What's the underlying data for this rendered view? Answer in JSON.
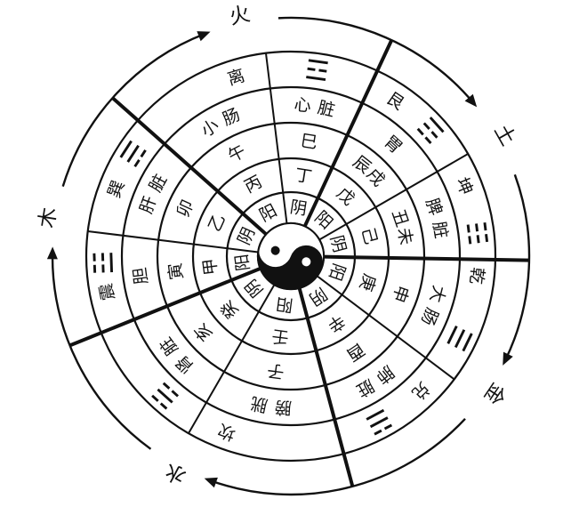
{
  "colors": {
    "ink": "#111111",
    "paper": "#ffffff"
  },
  "cycle_order": [
    "火",
    "土",
    "金",
    "水",
    "木"
  ],
  "elements": [
    {
      "name": "火",
      "halves": [
        {
          "yinyang": "阳",
          "stem": "丙",
          "branch": "午",
          "organ": "小肠"
        },
        {
          "yinyang": "阴",
          "stem": "丁",
          "branch": "巳",
          "organ": "心脏"
        }
      ],
      "trigrams": [
        {
          "name": "离",
          "symbol": "☲"
        }
      ]
    },
    {
      "name": "土",
      "halves": [
        {
          "yinyang": "阳",
          "stem": "戊",
          "branch": "辰戌",
          "organ": "胃"
        },
        {
          "yinyang": "阴",
          "stem": "己",
          "branch": "丑未",
          "organ": "脾脏"
        }
      ],
      "trigrams": [
        {
          "name": "艮",
          "symbol": "☶"
        },
        {
          "name": "坤",
          "symbol": "☷"
        }
      ]
    },
    {
      "name": "金",
      "halves": [
        {
          "yinyang": "阳",
          "stem": "庚",
          "branch": "申",
          "organ": "大肠"
        },
        {
          "yinyang": "阴",
          "stem": "辛",
          "branch": "酉",
          "organ": "肺脏"
        }
      ],
      "trigrams": [
        {
          "name": "乾",
          "symbol": "☰"
        },
        {
          "name": "兑",
          "symbol": "☱"
        }
      ]
    },
    {
      "name": "水",
      "halves": [
        {
          "yinyang": "阳",
          "stem": "壬",
          "branch": "子",
          "organ": "膀胱"
        },
        {
          "yinyang": "阴",
          "stem": "癸",
          "branch": "亥",
          "organ": "肾脏"
        }
      ],
      "trigrams": [
        {
          "name": "坎",
          "symbol": "☵"
        }
      ]
    },
    {
      "name": "木",
      "halves": [
        {
          "yinyang": "阳",
          "stem": "甲",
          "branch": "寅",
          "organ": "胆"
        },
        {
          "yinyang": "阴",
          "stem": "乙",
          "branch": "卯",
          "organ": "肝脏"
        }
      ],
      "trigrams": [
        {
          "name": "震",
          "symbol": "☳"
        },
        {
          "name": "巽",
          "symbol": "☴"
        }
      ]
    }
  ]
}
